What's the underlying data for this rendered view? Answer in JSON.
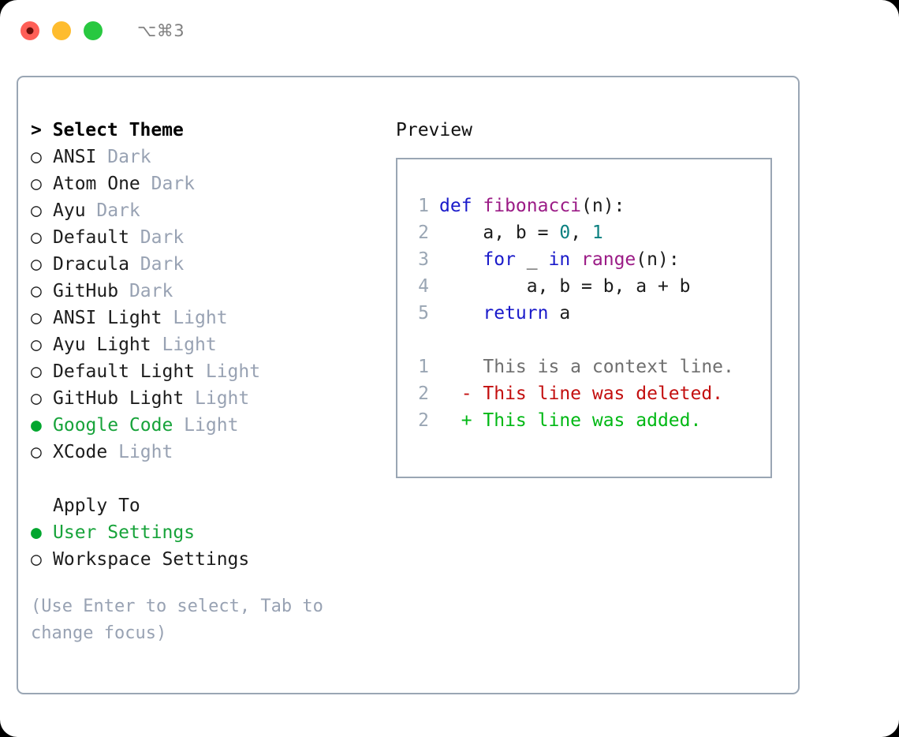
{
  "window": {
    "traffic_lights": [
      "close",
      "minimize",
      "maximize"
    ],
    "shortcut": "⌥⌘3"
  },
  "theme_picker": {
    "header": "> Select Theme",
    "items": [
      {
        "marker": "○",
        "label": "ANSI",
        "suffix": "Dark",
        "selected": false
      },
      {
        "marker": "○",
        "label": "Atom One",
        "suffix": "Dark",
        "selected": false
      },
      {
        "marker": "○",
        "label": "Ayu",
        "suffix": "Dark",
        "selected": false
      },
      {
        "marker": "○",
        "label": "Default",
        "suffix": "Dark",
        "selected": false
      },
      {
        "marker": "○",
        "label": "Dracula",
        "suffix": "Dark",
        "selected": false
      },
      {
        "marker": "○",
        "label": "GitHub",
        "suffix": "Dark",
        "selected": false
      },
      {
        "marker": "○",
        "label": "ANSI Light",
        "suffix": "Light",
        "selected": false
      },
      {
        "marker": "○",
        "label": "Ayu Light",
        "suffix": "Light",
        "selected": false
      },
      {
        "marker": "○",
        "label": "Default Light",
        "suffix": "Light",
        "selected": false
      },
      {
        "marker": "○",
        "label": "GitHub Light",
        "suffix": "Light",
        "selected": false
      },
      {
        "marker": "●",
        "label": "Google Code",
        "suffix": "Light",
        "selected": true
      },
      {
        "marker": "○",
        "label": "XCode",
        "suffix": "Light",
        "selected": false
      }
    ]
  },
  "apply_to": {
    "header": "Apply To",
    "items": [
      {
        "marker": "●",
        "label": "User Settings",
        "selected": true
      },
      {
        "marker": "○",
        "label": "Workspace Settings",
        "selected": false
      }
    ]
  },
  "hint": "(Use Enter to select, Tab to change focus)",
  "preview": {
    "title": "Preview",
    "code_lines": [
      {
        "num": "1",
        "tokens": [
          {
            "t": "def ",
            "c": "kw"
          },
          {
            "t": "fibonacci",
            "c": "fn"
          },
          {
            "t": "(n):",
            "c": "pl"
          }
        ]
      },
      {
        "num": "2",
        "tokens": [
          {
            "t": "    a, b = ",
            "c": "pl"
          },
          {
            "t": "0",
            "c": "num"
          },
          {
            "t": ", ",
            "c": "pl"
          },
          {
            "t": "1",
            "c": "num"
          }
        ]
      },
      {
        "num": "3",
        "tokens": [
          {
            "t": "    ",
            "c": "pl"
          },
          {
            "t": "for",
            "c": "kw"
          },
          {
            "t": " _ ",
            "c": "pl"
          },
          {
            "t": "in",
            "c": "kw"
          },
          {
            "t": " ",
            "c": "pl"
          },
          {
            "t": "range",
            "c": "fn"
          },
          {
            "t": "(n):",
            "c": "pl"
          }
        ]
      },
      {
        "num": "4",
        "tokens": [
          {
            "t": "        a, b = b, a + b",
            "c": "pl"
          }
        ]
      },
      {
        "num": "5",
        "tokens": [
          {
            "t": "    ",
            "c": "pl"
          },
          {
            "t": "return",
            "c": "kw"
          },
          {
            "t": " a",
            "c": "pl"
          }
        ]
      }
    ],
    "diff_lines": [
      {
        "num": "1",
        "marker": " ",
        "text": "This is a context line.",
        "kind": "context"
      },
      {
        "num": "2",
        "marker": "-",
        "text": "This line was deleted.",
        "kind": "deleted"
      },
      {
        "num": "2",
        "marker": "+",
        "text": "This line was added.",
        "kind": "added"
      }
    ]
  },
  "colors": {
    "accent_green": "#17a33a",
    "muted": "#98a2b3",
    "border": "#9aa6b4",
    "keyword": "#1a1aca",
    "function": "#9b1b86",
    "number": "#0b8080",
    "diff_added": "#00b814",
    "diff_deleted": "#c30f0f",
    "diff_context": "#6f6f6f"
  }
}
